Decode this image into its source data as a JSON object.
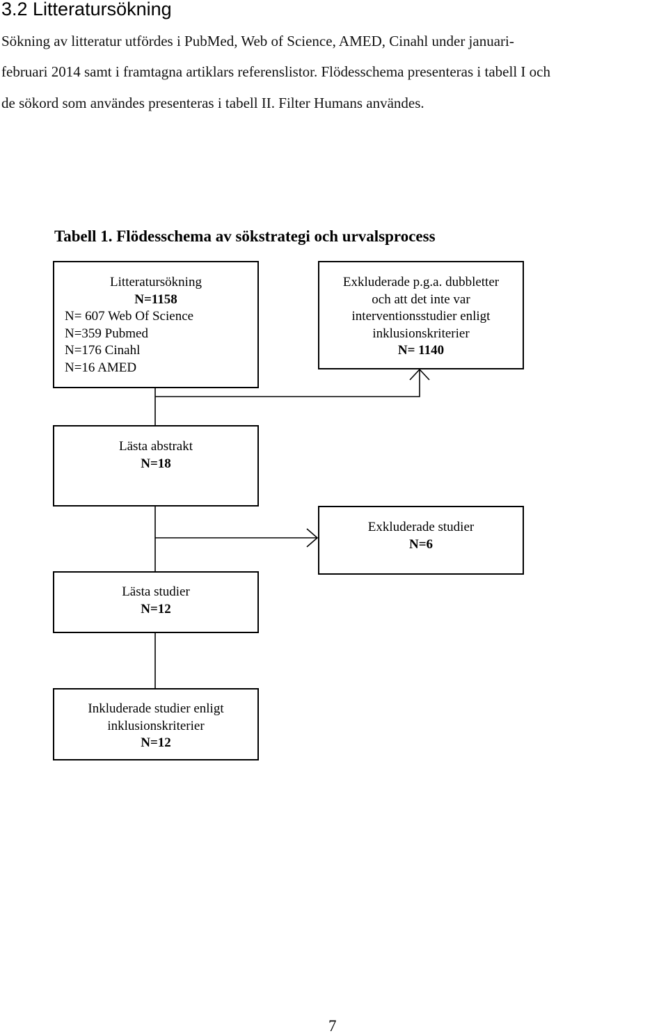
{
  "section": {
    "heading": "3.2 Litteratursökning",
    "paragraph_lines": [
      "Sökning av litteratur utfördes i PubMed, Web of Science, AMED, Cinahl under januari-",
      "februari 2014 samt i framtagna artiklars referenslistor. Flödesschema presenteras i tabell I och",
      "de sökord som användes presenteras i tabell II. Filter Humans användes."
    ]
  },
  "table_caption": "Tabell 1. Flödesschema av sökstrategi och urvalsprocess",
  "flowchart": {
    "literature_search": {
      "title": "Litteratursökning",
      "total": "N=1158",
      "sources": [
        "N= 607 Web Of Science",
        "N=359 Pubmed",
        "N=176 Cinahl",
        "N=16 AMED"
      ]
    },
    "excluded_duplicates": {
      "lines": [
        "Exkluderade p.g.a. dubbletter",
        "och att det inte var",
        "interventionsstudier enligt",
        "inklusionskriterier"
      ],
      "count": "N= 1140"
    },
    "read_abstracts": {
      "title": "Lästa abstrakt",
      "count": "N=18"
    },
    "excluded_studies": {
      "title": "Exkluderade studier",
      "count": "N=6"
    },
    "read_studies": {
      "title": "Lästa studier",
      "count": "N=12"
    },
    "included_studies": {
      "lines": [
        "Inkluderade studier enligt",
        "inklusionskriterier"
      ],
      "count": "N=12"
    }
  },
  "page_number": "7"
}
